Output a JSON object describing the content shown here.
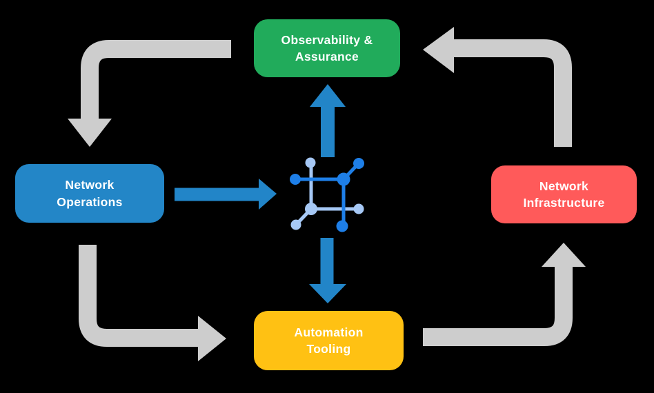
{
  "nodes": {
    "observability": {
      "line1": "Observability &",
      "line2": "Assurance",
      "color": "#21AB5B",
      "text_color": "#FFFFFF"
    },
    "operations": {
      "line1": "Network",
      "line2": "Operations",
      "color": "#2386C7",
      "text_color": "#FFFFFF"
    },
    "infrastructure": {
      "line1": "Network",
      "line2": "Infrastructure",
      "color": "#FF5A5A",
      "text_color": "#FFFFFF"
    },
    "automation": {
      "line1": "Automation",
      "line2": "Tooling",
      "color": "#FFC113",
      "text_color": "#FFFFFF"
    }
  },
  "colors": {
    "background": "#000000",
    "arrow_gray": "#CDCDCD",
    "arrow_blue": "#2285C8",
    "icon_dark_blue": "#1E7FE8",
    "icon_light_blue": "#A6C8F5"
  },
  "icon": {
    "name": "network-mesh-icon"
  }
}
